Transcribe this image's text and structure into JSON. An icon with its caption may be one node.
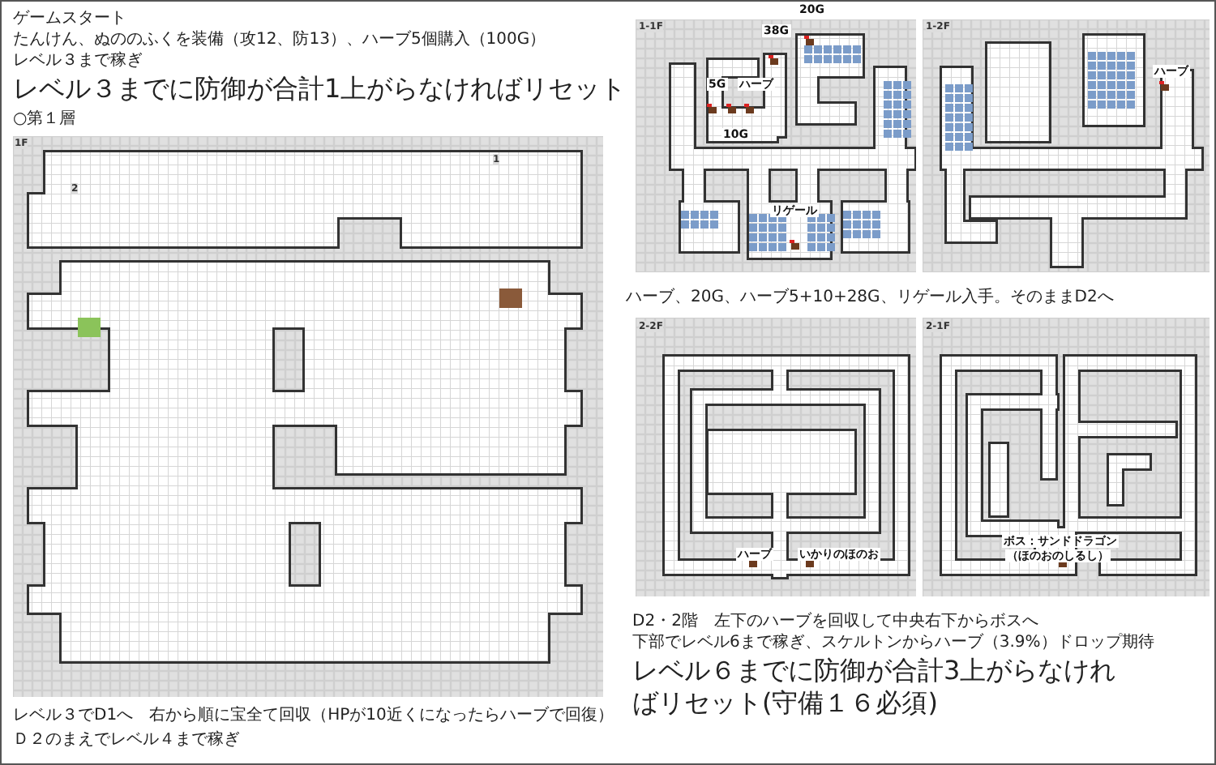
{
  "diagram": {
    "labels": [
      "ゲームスタート",
      "たんけん、ぬののふくを装備（攻12、防13）、ハーブ5個購入（100G）",
      "レベル３まで稼ぎ",
      "レベル３までに防御が合計1上がらなければリセット",
      "○第１層",
      "1F",
      "2",
      "1",
      "レベル３でD1へ　右から順に宝全て回収（HPが10近くになったらハーブで回復）",
      "Ｄ２のまえでレベル４まで稼ぎ",
      "1-1F",
      "20G",
      "38G",
      "5G",
      "ハーブ",
      "10G",
      "リゲール",
      "1-2F",
      "ハーブ",
      "ハーブ、20G、ハーブ5+10+28G、リゲール入手。そのままD2へ",
      "2-2F",
      "ハーブ",
      "いかりのほのお",
      "2-1F",
      "ボス：サンドドラゴン",
      "（ほのおのしるし）",
      "D2・2階　左下のハーブを回収して中央右下からボスへ",
      "下部でレベル6まで稼ぎ、スケルトンからハーブ（3.9%）ドロップ期待",
      "レベル６までに防御が合計3上がらなければリセット(守備１６必須)"
    ]
  }
}
